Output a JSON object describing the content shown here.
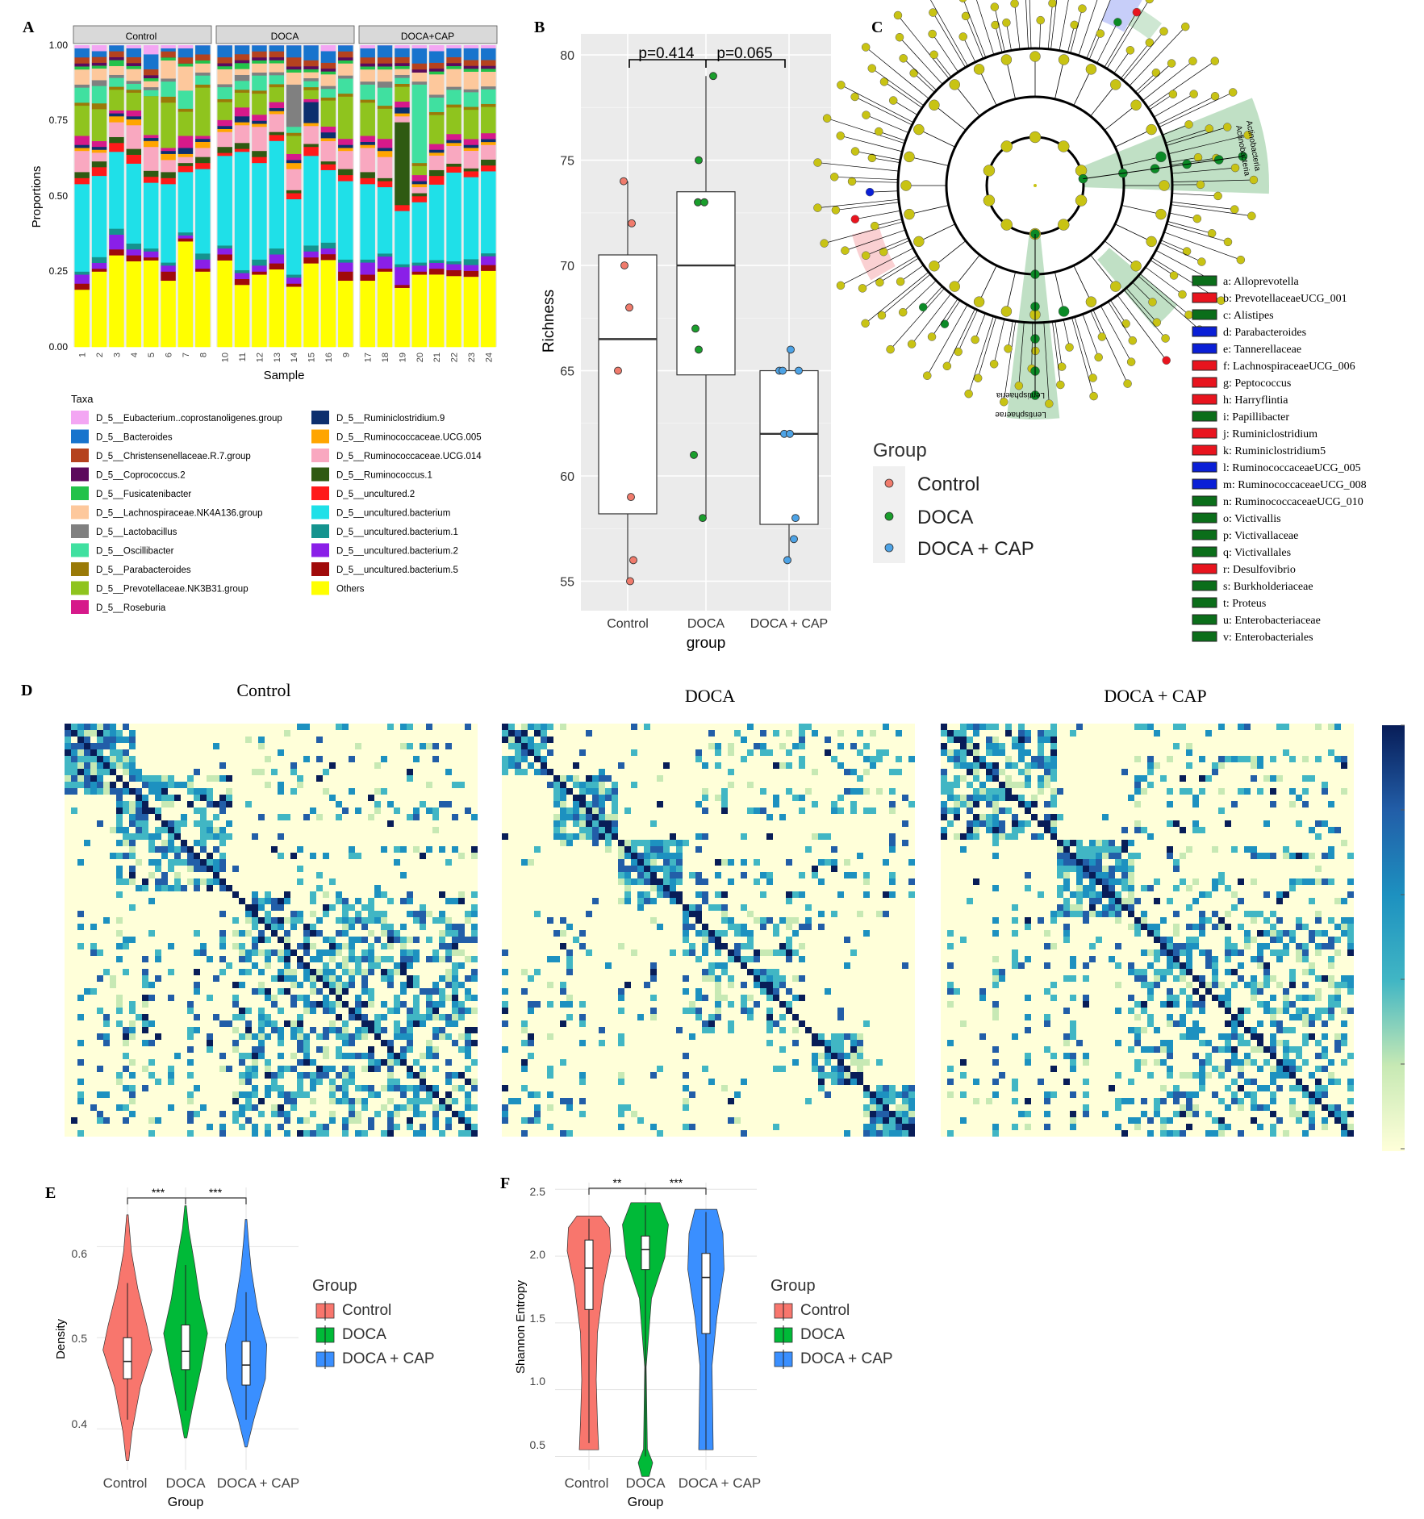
{
  "panel_labels": [
    "A",
    "B",
    "C",
    "D",
    "E",
    "F"
  ],
  "chart_data": [
    {
      "id": "A",
      "type": "bar",
      "stacked": true,
      "facets": [
        "Control",
        "DOCA",
        "DOCA+CAP"
      ],
      "facet_samples": [
        [
          "1",
          "2",
          "3",
          "4",
          "5",
          "6",
          "7",
          "8"
        ],
        [
          "10",
          "11",
          "12",
          "13",
          "14",
          "15",
          "16",
          "9"
        ],
        [
          "17",
          "18",
          "19",
          "20",
          "21",
          "22",
          "23",
          "24"
        ]
      ],
      "xlabel": "Sample",
      "ylabel": "Proportions",
      "ylim": [
        0,
        1
      ],
      "yticks": [
        "0.00",
        "0.25",
        "0.50",
        "0.75",
        "1.00"
      ],
      "legend_title": "Taxa",
      "taxa": [
        {
          "name": "D_5__Eubacterium..coprostanoligenes.group",
          "color": "#f3a6f3"
        },
        {
          "name": "D_5__Bacteroides",
          "color": "#1874cd"
        },
        {
          "name": "D_5__Christensenellaceae.R.7.group",
          "color": "#b5421e"
        },
        {
          "name": "D_5__Coprococcus.2",
          "color": "#5c0a5c"
        },
        {
          "name": "D_5__Fusicatenibacter",
          "color": "#22c24a"
        },
        {
          "name": "D_5__Lachnospiraceae.NK4A136.group",
          "color": "#fdc89c"
        },
        {
          "name": "D_5__Lactobacillus",
          "color": "#808080"
        },
        {
          "name": "D_5__Oscillibacter",
          "color": "#40e0a0"
        },
        {
          "name": "D_5__Parabacteroides",
          "color": "#9a7a08"
        },
        {
          "name": "D_5__Prevotellaceae.NK3B31.group",
          "color": "#8fc41e"
        },
        {
          "name": "D_5__Roseburia",
          "color": "#d6198a"
        },
        {
          "name": "D_5__Ruminiclostridium.9",
          "color": "#0d2f6e"
        },
        {
          "name": "D_5__Ruminococcaceae.UCG.005",
          "color": "#ffa500"
        },
        {
          "name": "D_5__Ruminococcaceae.UCG.014",
          "color": "#f9a8c0"
        },
        {
          "name": "D_5__Ruminococcus.1",
          "color": "#2f5a12"
        },
        {
          "name": "D_5__uncultured.2",
          "color": "#ff1a1a"
        },
        {
          "name": "D_5__uncultured.bacterium",
          "color": "#1fe0e8"
        },
        {
          "name": "D_5__uncultured.bacterium.1",
          "color": "#14938e"
        },
        {
          "name": "D_5__uncultured.bacterium.2",
          "color": "#8a1fe8"
        },
        {
          "name": "D_5__uncultured.bacterium.5",
          "color": "#a00a0a"
        },
        {
          "name": "Others",
          "color": "#ffff00"
        }
      ],
      "stack_order_bottom_to_top": [
        "Others",
        "D_5__uncultured.bacterium.5",
        "D_5__uncultured.bacterium.2",
        "D_5__uncultured.bacterium.1",
        "D_5__uncultured.bacterium",
        "D_5__uncultured.2",
        "D_5__Ruminococcus.1",
        "D_5__Ruminococcaceae.UCG.014",
        "D_5__Ruminococcaceae.UCG.005",
        "D_5__Ruminiclostridium.9",
        "D_5__Roseburia",
        "D_5__Prevotellaceae.NK3B31.group",
        "D_5__Parabacteroides",
        "D_5__Oscillibacter",
        "D_5__Lactobacillus",
        "D_5__Lachnospiraceae.NK4A136.group",
        "D_5__Fusicatenibacter",
        "D_5__Coprococcus.2",
        "D_5__Christensenellaceae.R.7.group",
        "D_5__Bacteroides",
        "D_5__Eubacterium..coprostanoligenes.group"
      ],
      "values": [
        [
          0.19,
          0.02,
          0.03,
          0.01,
          0.29,
          0.02,
          0.02,
          0.07,
          0.01,
          0.01,
          0.03,
          0.1,
          0.01,
          0.05,
          0.01,
          0.05,
          0.01,
          0.01,
          0.02,
          0.03,
          0.01
        ],
        [
          0.26,
          0.01,
          0.02,
          0.02,
          0.28,
          0.03,
          0.02,
          0.03,
          0.01,
          0.01,
          0.02,
          0.11,
          0.02,
          0.06,
          0.02,
          0.04,
          0.01,
          0.01,
          0.02,
          0.02,
          0.02
        ],
        [
          0.31,
          0.02,
          0.05,
          0.02,
          0.26,
          0.03,
          0.02,
          0.05,
          0.02,
          0.01,
          0.01,
          0.07,
          0.01,
          0.03,
          0.01,
          0.03,
          0.02,
          0.01,
          0.02,
          0.02,
          0.0
        ],
        [
          0.29,
          0.02,
          0.02,
          0.02,
          0.27,
          0.03,
          0.02,
          0.08,
          0.02,
          0.01,
          0.02,
          0.06,
          0.01,
          0.02,
          0.01,
          0.04,
          0.01,
          0.01,
          0.02,
          0.03,
          0.01
        ],
        [
          0.29,
          0.01,
          0.02,
          0.01,
          0.22,
          0.02,
          0.02,
          0.08,
          0.02,
          0.01,
          0.01,
          0.13,
          0.0,
          0.02,
          0.01,
          0.02,
          0.01,
          0.01,
          0.02,
          0.05,
          0.03
        ],
        [
          0.22,
          0.03,
          0.02,
          0.01,
          0.26,
          0.02,
          0.02,
          0.04,
          0.02,
          0.01,
          0.01,
          0.15,
          0.02,
          0.05,
          0.01,
          0.06,
          0.01,
          0.0,
          0.02,
          0.01,
          0.01
        ],
        [
          0.35,
          0.01,
          0.01,
          0.01,
          0.2,
          0.02,
          0.01,
          0.02,
          0.01,
          0.02,
          0.04,
          0.08,
          0.01,
          0.06,
          0.0,
          0.08,
          0.01,
          0.0,
          0.02,
          0.03,
          0.01
        ],
        [
          0.25,
          0.01,
          0.03,
          0.02,
          0.28,
          0.02,
          0.02,
          0.03,
          0.02,
          0.01,
          0.01,
          0.16,
          0.01,
          0.03,
          0.01,
          0.03,
          0.01,
          0.0,
          0.02,
          0.03,
          0.0
        ],
        [
          0.29,
          0.02,
          0.02,
          0.01,
          0.3,
          0.01,
          0.02,
          0.05,
          0.01,
          0.01,
          0.02,
          0.06,
          0.01,
          0.04,
          0.01,
          0.05,
          0.01,
          0.01,
          0.02,
          0.04,
          0.0
        ],
        [
          0.21,
          0.02,
          0.02,
          0.01,
          0.4,
          0.01,
          0.02,
          0.06,
          0.01,
          0.02,
          0.03,
          0.05,
          0.01,
          0.03,
          0.02,
          0.02,
          0.02,
          0.01,
          0.02,
          0.03,
          0.0
        ],
        [
          0.24,
          0.01,
          0.02,
          0.02,
          0.32,
          0.02,
          0.02,
          0.08,
          0.01,
          0.01,
          0.02,
          0.07,
          0.01,
          0.05,
          0.01,
          0.03,
          0.01,
          0.01,
          0.02,
          0.02,
          0.0
        ],
        [
          0.26,
          0.02,
          0.03,
          0.02,
          0.36,
          0.02,
          0.01,
          0.06,
          0.01,
          0.01,
          0.02,
          0.05,
          0.01,
          0.03,
          0.01,
          0.03,
          0.01,
          0.01,
          0.02,
          0.02,
          0.0
        ],
        [
          0.2,
          0.01,
          0.02,
          0.01,
          0.25,
          0.02,
          0.01,
          0.07,
          0.02,
          0.01,
          0.02,
          0.06,
          0.01,
          0.02,
          0.14,
          0.04,
          0.01,
          0.01,
          0.03,
          0.04,
          0.0
        ],
        [
          0.28,
          0.02,
          0.02,
          0.02,
          0.3,
          0.03,
          0.01,
          0.06,
          0.01,
          0.07,
          0.01,
          0.03,
          0.01,
          0.02,
          0.01,
          0.02,
          0.01,
          0.01,
          0.02,
          0.05,
          0.0
        ],
        [
          0.3,
          0.02,
          0.02,
          0.02,
          0.25,
          0.02,
          0.01,
          0.07,
          0.01,
          0.02,
          0.02,
          0.09,
          0.01,
          0.03,
          0.01,
          0.04,
          0.01,
          0.01,
          0.02,
          0.04,
          0.02
        ],
        [
          0.22,
          0.03,
          0.03,
          0.01,
          0.26,
          0.02,
          0.02,
          0.06,
          0.01,
          0.01,
          0.02,
          0.14,
          0.01,
          0.05,
          0.01,
          0.04,
          0.01,
          0.01,
          0.02,
          0.02,
          0.0
        ],
        [
          0.22,
          0.02,
          0.04,
          0.01,
          0.25,
          0.02,
          0.02,
          0.08,
          0.01,
          0.01,
          0.02,
          0.11,
          0.01,
          0.05,
          0.01,
          0.04,
          0.01,
          0.01,
          0.02,
          0.03,
          0.01
        ],
        [
          0.25,
          0.01,
          0.04,
          0.01,
          0.22,
          0.02,
          0.01,
          0.07,
          0.02,
          0.01,
          0.03,
          0.1,
          0.01,
          0.06,
          0.02,
          0.04,
          0.01,
          0.01,
          0.02,
          0.04,
          0.0
        ],
        [
          0.2,
          0.01,
          0.06,
          0.01,
          0.18,
          0.02,
          0.28,
          0.02,
          0.01,
          0.02,
          0.02,
          0.05,
          0.01,
          0.02,
          0.01,
          0.02,
          0.01,
          0.01,
          0.02,
          0.03,
          0.01
        ],
        [
          0.24,
          0.01,
          0.02,
          0.01,
          0.2,
          0.02,
          0.01,
          0.02,
          0.01,
          0.01,
          0.02,
          0.03,
          0.01,
          0.26,
          0.01,
          0.03,
          0.0,
          0.01,
          0.02,
          0.05,
          0.01
        ],
        [
          0.25,
          0.02,
          0.02,
          0.01,
          0.26,
          0.03,
          0.02,
          0.05,
          0.01,
          0.01,
          0.02,
          0.1,
          0.01,
          0.05,
          0.01,
          0.07,
          0.01,
          0.01,
          0.02,
          0.04,
          0.02
        ],
        [
          0.24,
          0.02,
          0.02,
          0.01,
          0.3,
          0.02,
          0.01,
          0.06,
          0.01,
          0.01,
          0.02,
          0.09,
          0.01,
          0.05,
          0.01,
          0.06,
          0.01,
          0.01,
          0.02,
          0.03,
          0.01
        ],
        [
          0.24,
          0.02,
          0.02,
          0.02,
          0.28,
          0.02,
          0.01,
          0.06,
          0.01,
          0.01,
          0.02,
          0.1,
          0.01,
          0.05,
          0.01,
          0.06,
          0.01,
          0.01,
          0.02,
          0.04,
          0.01
        ],
        [
          0.26,
          0.02,
          0.03,
          0.01,
          0.28,
          0.02,
          0.02,
          0.05,
          0.01,
          0.01,
          0.02,
          0.09,
          0.01,
          0.05,
          0.01,
          0.05,
          0.01,
          0.01,
          0.02,
          0.04,
          0.01
        ]
      ]
    },
    {
      "id": "B",
      "type": "box",
      "xlabel": "group",
      "ylabel": "Richness",
      "categories": [
        "Control",
        "DOCA",
        "DOCA + CAP"
      ],
      "ylim": [
        53.6,
        81
      ],
      "yticks": [
        55,
        60,
        65,
        70,
        75,
        80
      ],
      "colors": [
        "#f07b6c",
        "#1a9e2c",
        "#4da3e6"
      ],
      "points": [
        [
          74,
          72,
          70,
          68,
          65,
          59,
          56,
          55
        ],
        [
          79,
          75,
          73,
          73,
          67,
          66,
          61,
          58
        ],
        [
          66,
          65,
          65,
          65,
          62,
          62,
          58,
          57,
          56
        ]
      ],
      "boxes": [
        {
          "q1": 58.2,
          "median": 66.5,
          "q3": 70.5,
          "lo": 55,
          "hi": 74
        },
        {
          "q1": 64.8,
          "median": 70,
          "q3": 73.5,
          "lo": 58,
          "hi": 79
        },
        {
          "q1": 57.7,
          "median": 62,
          "q3": 65,
          "lo": 56,
          "hi": 66
        }
      ],
      "annotations": [
        "p=0.414",
        "p=0.065"
      ],
      "legend_title": "Group",
      "legend": [
        "Control",
        "DOCA",
        "DOCA + CAP"
      ]
    },
    {
      "id": "C",
      "type": "cladogram",
      "clade_labels": [
        "Actinobacteria",
        "Actinobacteria",
        "Lentisphaerae",
        "Lentisphaeria"
      ],
      "legend": [
        {
          "text": "a: Alloprevotella",
          "color": "#0b6e1a"
        },
        {
          "text": "b: PrevotellaceaeUCG_001",
          "color": "#e8141e"
        },
        {
          "text": "c: Alistipes",
          "color": "#0b6e1a"
        },
        {
          "text": "d: Parabacteroides",
          "color": "#0a1fd6"
        },
        {
          "text": "e: Tannerellaceae",
          "color": "#0a1fd6"
        },
        {
          "text": "f: LachnospiraceaeUCG_006",
          "color": "#e8141e"
        },
        {
          "text": "g: Peptococcus",
          "color": "#e8141e"
        },
        {
          "text": "h: Harryflintia",
          "color": "#e8141e"
        },
        {
          "text": "i: Papillibacter",
          "color": "#0b6e1a"
        },
        {
          "text": "j: Ruminiclostridium",
          "color": "#e8141e"
        },
        {
          "text": "k: Ruminiclostridium5",
          "color": "#e8141e"
        },
        {
          "text": "l: RuminococcaceaeUCG_005",
          "color": "#0a1fd6"
        },
        {
          "text": "m: RuminococcaceaeUCG_008",
          "color": "#0a1fd6"
        },
        {
          "text": "n: RuminococcaceaeUCG_010",
          "color": "#0b6e1a"
        },
        {
          "text": "o: Victivallis",
          "color": "#0b6e1a"
        },
        {
          "text": "p: Victivallaceae",
          "color": "#0b6e1a"
        },
        {
          "text": "q: Victivallales",
          "color": "#0b6e1a"
        },
        {
          "text": "r: Desulfovibrio",
          "color": "#e8141e"
        },
        {
          "text": "s: Burkholderiaceae",
          "color": "#0b6e1a"
        },
        {
          "text": "t: Proteus",
          "color": "#0b6e1a"
        },
        {
          "text": "u: Enterobacteriaceae",
          "color": "#0b6e1a"
        },
        {
          "text": "v: Enterobacteriales",
          "color": "#0b6e1a"
        }
      ]
    },
    {
      "id": "D",
      "type": "heatmap",
      "titles": [
        "Control",
        "DOCA",
        "DOCA + CAP"
      ],
      "colorscale": [
        "#ffffd9",
        "#c7e9b4",
        "#41b6c4",
        "#1d91c0",
        "#225ea8",
        "#081d58"
      ]
    },
    {
      "id": "E",
      "type": "violin",
      "xlabel": "Group",
      "ylabel": "Density",
      "categories": [
        "Control",
        "DOCA",
        "DOCA + CAP"
      ],
      "ylim": [
        0.355,
        0.665
      ],
      "yticks": [
        "0.4",
        "0.5",
        "0.6"
      ],
      "colors": [
        "#f8766d",
        "#00ba38",
        "#3a8fff"
      ],
      "boxes": [
        {
          "q1": 0.455,
          "median": 0.474,
          "q3": 0.5,
          "lo": 0.41,
          "hi": 0.56
        },
        {
          "q1": 0.465,
          "median": 0.485,
          "q3": 0.514,
          "lo": 0.42,
          "hi": 0.58
        },
        {
          "q1": 0.448,
          "median": 0.47,
          "q3": 0.496,
          "lo": 0.41,
          "hi": 0.55
        }
      ],
      "range": [
        [
          0.365,
          0.635
        ],
        [
          0.39,
          0.645
        ],
        [
          0.38,
          0.63
        ]
      ],
      "annotations": [
        "***",
        "***"
      ],
      "legend_title": "Group",
      "legend": [
        "Control",
        "DOCA",
        "DOCA + CAP"
      ]
    },
    {
      "id": "F",
      "type": "violin",
      "xlabel": "Group",
      "ylabel": "Shannon Entropy",
      "categories": [
        "Control",
        "DOCA",
        "DOCA + CAP"
      ],
      "ylim": [
        0.4,
        2.55
      ],
      "yticks": [
        "0.5",
        "1.0",
        "1.5",
        "2.0",
        "2.5"
      ],
      "colors": [
        "#f8766d",
        "#00ba38",
        "#3a8fff"
      ],
      "boxes": [
        {
          "q1": 1.6,
          "median": 1.91,
          "q3": 2.12,
          "lo": 0.6,
          "hi": 2.28
        },
        {
          "q1": 1.9,
          "median": 2.05,
          "q3": 2.15,
          "lo": 0.5,
          "hi": 2.38
        },
        {
          "q1": 1.42,
          "median": 1.84,
          "q3": 2.02,
          "lo": 0.55,
          "hi": 2.33
        }
      ],
      "range": [
        [
          0.55,
          2.3
        ],
        [
          0.35,
          2.4
        ],
        [
          0.55,
          2.35
        ]
      ],
      "annotations": [
        "**",
        "***"
      ],
      "legend_title": "Group",
      "legend": [
        "Control",
        "DOCA",
        "DOCA + CAP"
      ]
    }
  ]
}
